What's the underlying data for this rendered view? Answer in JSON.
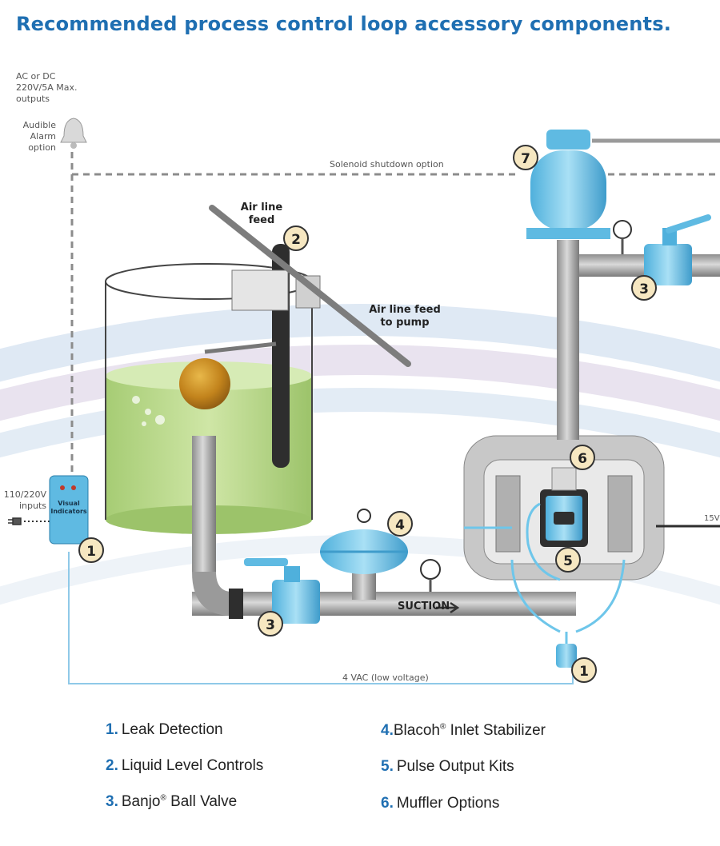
{
  "title": "Recommended process control loop accessory components.",
  "labels": {
    "outputs": [
      "AC or DC",
      "220V/5A Max.",
      "outputs"
    ],
    "alarm": [
      "Audible",
      "Alarm",
      "option"
    ],
    "solenoid": "Solenoid shutdown option",
    "air_feed": [
      "Air line",
      "feed"
    ],
    "air_pump": [
      "Air line feed",
      "to pump"
    ],
    "inputs": [
      "110/220V",
      "inputs"
    ],
    "visual_indicators": [
      "Visual",
      "Indicators"
    ],
    "suction": "SUCTION",
    "low_voltage": "4 VAC (low voltage)",
    "side_label": "15V"
  },
  "callouts": [
    "1",
    "2",
    "3",
    "3",
    "4",
    "5",
    "6",
    "7",
    "1"
  ],
  "legend": [
    {
      "num": "1.",
      "text": "Leak Detection",
      "mark": ""
    },
    {
      "num": "2.",
      "text": "Liquid Level Controls",
      "mark": ""
    },
    {
      "num": "3.",
      "text": "Banjo",
      "mark": "®",
      "text2": " Ball Valve"
    },
    {
      "num": "4.",
      "text": "Blacoh",
      "mark": "®",
      "text2": " Inlet Stabilizer"
    },
    {
      "num": "5.",
      "text": "Pulse Output Kits",
      "mark": ""
    },
    {
      "num": "6.",
      "text": "Muffler Options",
      "mark": ""
    }
  ],
  "colors": {
    "title_blue": "#1f6fb2",
    "component_blue": "#6ec6ea",
    "liquid_green": "#b9d98a",
    "pipe_gray": "#a9a9a9",
    "callout_fill": "#f6e7c1"
  }
}
